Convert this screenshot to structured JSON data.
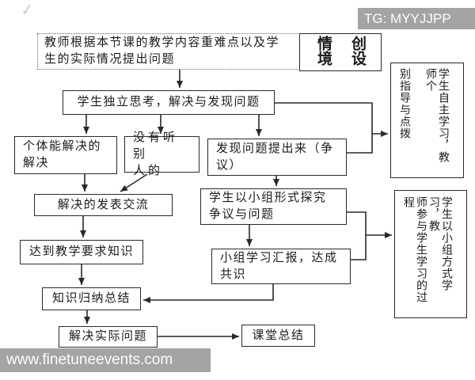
{
  "watermarks": {
    "top": "TG: MYYJJPP",
    "bottom": "www.finetuneevents.com"
  },
  "annotation": {
    "check": "✓"
  },
  "nodes": {
    "teacher_question": {
      "lines": [
        "教师根据本节课的教学内容重难点以及学",
        "生的实际情况提出问题"
      ]
    },
    "situation": {
      "text": "情境创设",
      "columns": [
        "情境",
        "创设"
      ]
    },
    "independent": {
      "text": "学生独立思考，解决与发现问题"
    },
    "individual_solve": {
      "lines": [
        "个体能解决的",
        "解决"
      ]
    },
    "no_listen": {
      "lines": [
        "没有听别",
        "人的"
      ]
    },
    "raise_problem": {
      "lines": [
        "发现问题提出来（争",
        "议）"
      ]
    },
    "share": {
      "text": "解决的发表交流"
    },
    "group_explore": {
      "lines": [
        "学生以小组形式探究",
        "争议与问题"
      ]
    },
    "meet_requirement": {
      "text": "达到教学要求知识"
    },
    "group_report": {
      "lines": [
        "小组学习汇报，达成",
        "共识"
      ]
    },
    "knowledge_summary": {
      "text": "知识归纳总结"
    },
    "self_learn_side": {
      "text": "学生自主学习，教师个别指导与点拨",
      "columns": [
        "学生自主学习，教师个",
        "别指导与点拨"
      ]
    },
    "group_learn_side": {
      "text": "学生以小组方式学习，教师参与学生学习的过程",
      "columns": [
        "学生以小组方式学习，教",
        "师参与学生学习的过程"
      ]
    },
    "solve_practical": {
      "text": "解决实际问题"
    },
    "class_summary": {
      "text": "课堂总结"
    }
  },
  "colors": {
    "line": "#2a2a2a",
    "watermark_bg": "#a4a4a4",
    "watermark_text": "#fdfdfd"
  }
}
